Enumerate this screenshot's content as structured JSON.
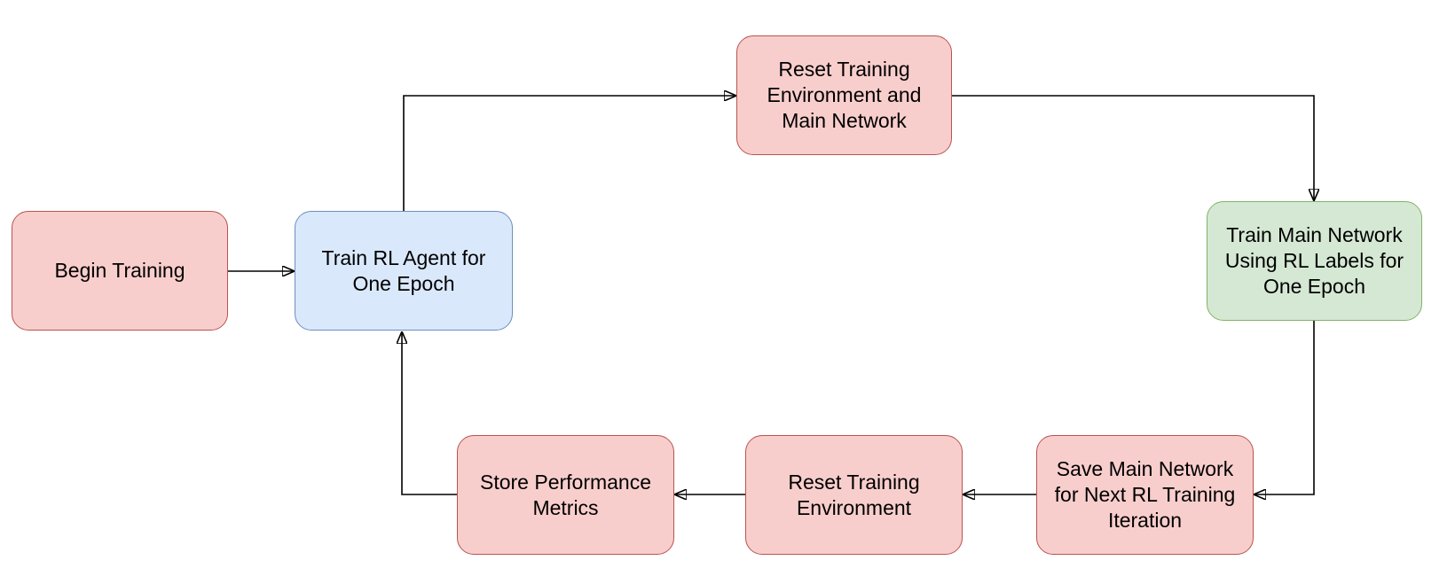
{
  "diagram": {
    "type": "flowchart",
    "background": "#FFFFFF"
  },
  "palette": {
    "node_pink_fill": "#F8CECC",
    "node_pink_border": "#B85450",
    "node_blue_fill": "#DAE8FC",
    "node_blue_border": "#6C8EBF",
    "node_green_fill": "#D5E8D4",
    "node_green_border": "#82B366",
    "connector": "#000000",
    "text": "#000000"
  },
  "nodes": [
    {
      "id": "begin-training",
      "label": "Begin Training",
      "color": "pink"
    },
    {
      "id": "train-rl-agent",
      "label": "Train RL Agent for\nOne Epoch",
      "color": "blue"
    },
    {
      "id": "reset-env-main-net",
      "label": "Reset Training\nEnvironment and\nMain Network",
      "color": "pink"
    },
    {
      "id": "train-main-network",
      "label": "Train Main Network\nUsing RL Labels for\nOne Epoch",
      "color": "green"
    },
    {
      "id": "save-main-network",
      "label": "Save Main Network\nfor Next RL Training\nIteration",
      "color": "pink"
    },
    {
      "id": "reset-environment",
      "label": "Reset Training\nEnvironment",
      "color": "pink"
    },
    {
      "id": "store-metrics",
      "label": "Store Performance\nMetrics",
      "color": "pink"
    }
  ],
  "edges": [
    {
      "from": "begin-training",
      "to": "train-rl-agent"
    },
    {
      "from": "train-rl-agent",
      "to": "reset-env-main-net"
    },
    {
      "from": "reset-env-main-net",
      "to": "train-main-network"
    },
    {
      "from": "train-main-network",
      "to": "save-main-network"
    },
    {
      "from": "save-main-network",
      "to": "reset-environment"
    },
    {
      "from": "reset-environment",
      "to": "store-metrics"
    },
    {
      "from": "store-metrics",
      "to": "train-rl-agent"
    }
  ]
}
